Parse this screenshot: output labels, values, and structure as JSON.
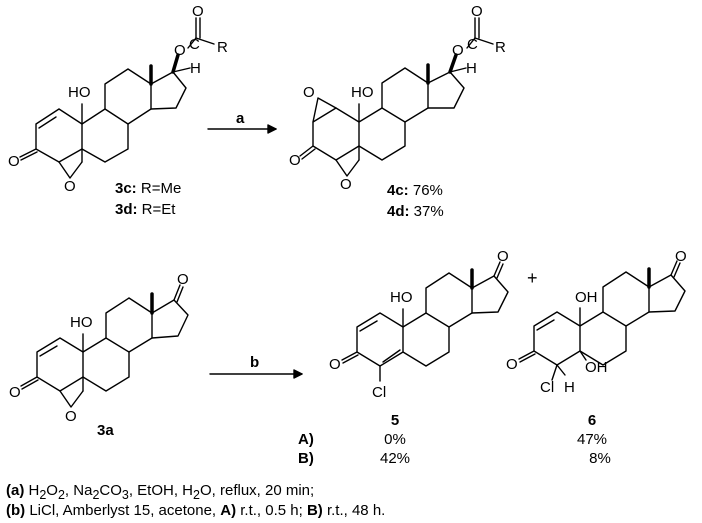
{
  "atoms": {
    "O": "O",
    "HO": "HO",
    "OH": "OH",
    "H": "H",
    "R": "R",
    "C": "C",
    "Cl": "Cl"
  },
  "compounds": {
    "c3c": {
      "id": "3c:",
      "rest": " R=Me"
    },
    "c3d": {
      "id": "3d:",
      "rest": " R=Et"
    },
    "c4c": {
      "id": "4c:",
      "rest": " 76%"
    },
    "c4d": {
      "id": "4d:",
      "rest": " 37%"
    },
    "c3a": "3a",
    "c5": "5",
    "c6": "6"
  },
  "arrows": {
    "a": "a",
    "b": "b"
  },
  "results": {
    "A": "A)",
    "B": "B)",
    "c5A": "0%",
    "c5B": "42%",
    "c6A": "47%",
    "c6B": "8%",
    "plus": "+"
  },
  "conditions": {
    "a": {
      "key": "(a)",
      "p1": " H",
      "s1": "2",
      "p2": "O",
      "s2": "2",
      "p3": ", Na",
      "s3": "2",
      "p4": "CO",
      "s4": "3",
      "p5": ", EtOH, H",
      "s5": "2",
      "p6": "O, reflux, 20 min;"
    },
    "b": {
      "key": "(b)",
      "p1": " LiCl, Amberlyst 15, acetone, ",
      "kA": "A)",
      "p2": " r.t., 0.5 h; ",
      "kB": "B)",
      "p3": " r.t., 48 h."
    }
  }
}
